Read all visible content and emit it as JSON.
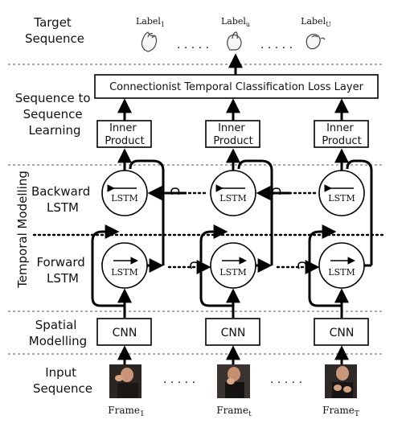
{
  "row_labels": {
    "target": [
      "Target",
      "Sequence"
    ],
    "seq2seq": [
      "Sequence to",
      "Sequence",
      "Learning"
    ],
    "backward": [
      "Backward",
      "LSTM"
    ],
    "temporal": "Temporal Modelling",
    "forward": [
      "Forward",
      "LSTM"
    ],
    "spatial": [
      "Spatial",
      "Modelling"
    ],
    "input": [
      "Input",
      "Sequence"
    ]
  },
  "ctc_label": "Connectionist Temporal Classification Loss Layer",
  "inner_product": [
    "Inner",
    "Product"
  ],
  "lstm_label": "LSTM",
  "cnn_label": "CNN",
  "dots": ". . . . .",
  "labels": {
    "first": {
      "base": "Label",
      "sub": "1"
    },
    "middle": {
      "base": "Label",
      "sub": "u"
    },
    "last": {
      "base": "Label",
      "sub": "U"
    }
  },
  "frames": {
    "first": {
      "base": "Frame",
      "sub": "1"
    },
    "middle": {
      "base": "Frame",
      "sub": "t"
    },
    "last": {
      "base": "Frame",
      "sub": "T"
    }
  }
}
